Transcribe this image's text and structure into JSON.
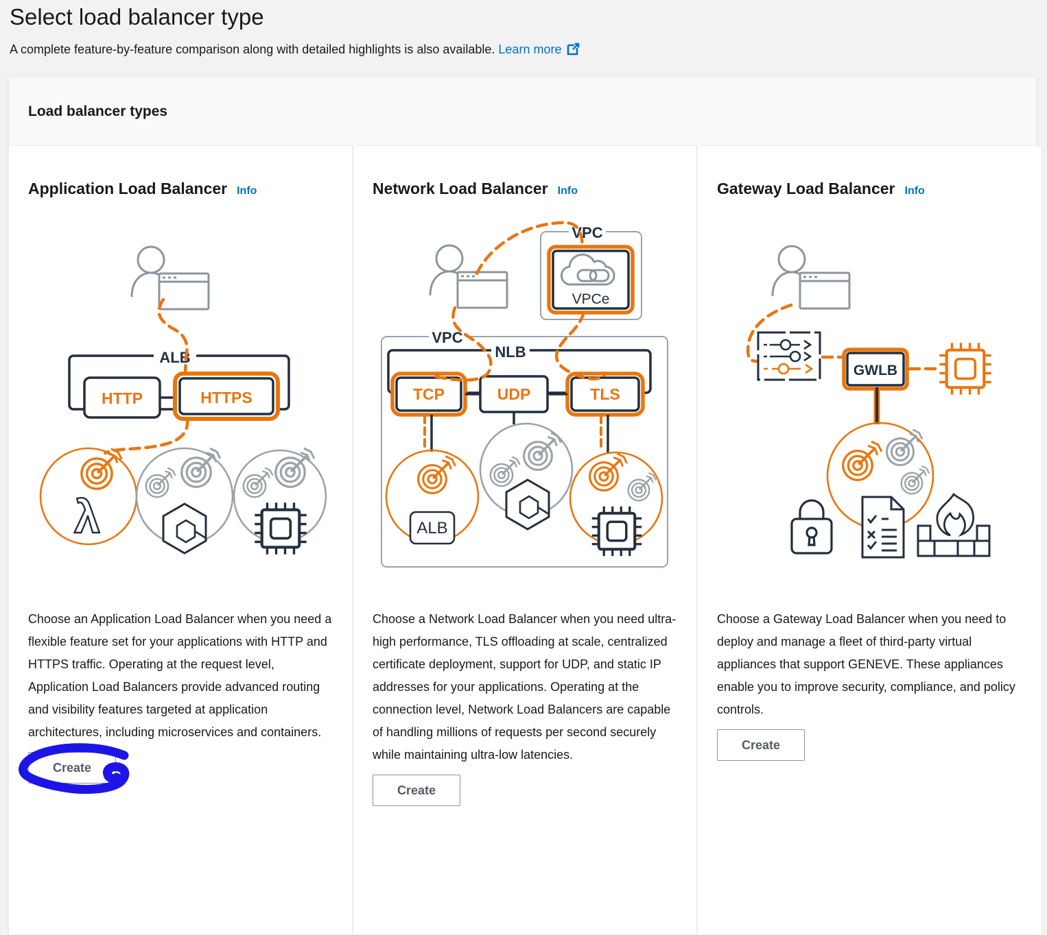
{
  "page": {
    "title": "Select load balancer type",
    "subtitle": "A complete feature-by-feature comparison along with detailed highlights is also available.",
    "learn_more_label": "Learn more",
    "panel_title": "Load balancer types"
  },
  "cards": [
    {
      "title": "Application Load Balancer",
      "info_label": "Info",
      "description": "Choose an Application Load Balancer when you need a flexible feature set for your applications with HTTP and HTTPS traffic. Operating at the request level, Application Load Balancers provide advanced routing and visibility features targeted at application architectures, including microservices and containers.",
      "create_label": "Create",
      "diagram": {
        "lb_label": "ALB",
        "listener1": "HTTP",
        "listener2": "HTTPS"
      }
    },
    {
      "title": "Network Load Balancer",
      "info_label": "Info",
      "description": "Choose a Network Load Balancer when you need ultra-high performance, TLS offloading at scale, centralized certificate deployment, support for UDP, and static IP addresses for your applications. Operating at the connection level, Network Load Balancers are capable of handling millions of requests per second securely while maintaining ultra-low latencies.",
      "create_label": "Create",
      "diagram": {
        "vpc_top_label": "VPC",
        "vpce_label": "VPCe",
        "vpc_label": "VPC",
        "lb_label": "NLB",
        "listener1": "TCP",
        "listener2": "UDP",
        "listener3": "TLS",
        "target_label": "ALB"
      }
    },
    {
      "title": "Gateway Load Balancer",
      "info_label": "Info",
      "description": "Choose a Gateway Load Balancer when you need to deploy and manage a fleet of third-party virtual appliances that support GENEVE. These appliances enable you to improve security, compliance, and policy controls.",
      "create_label": "Create",
      "diagram": {
        "lb_label": "GWLB"
      }
    }
  ],
  "annotation": {
    "shape": "hand-drawn circle",
    "color": "#1d15e6",
    "target": "application-load-balancer-create-button"
  },
  "colors": {
    "accent_orange": "#e8760f",
    "dark_navy": "#232f3e",
    "icon_gray": "#8c959d",
    "circle_gray": "#9aa3a7",
    "link_blue": "#0073bb",
    "text": "#16191f",
    "panel_header_bg": "#fafafa",
    "page_bg": "#f2f2f2"
  }
}
